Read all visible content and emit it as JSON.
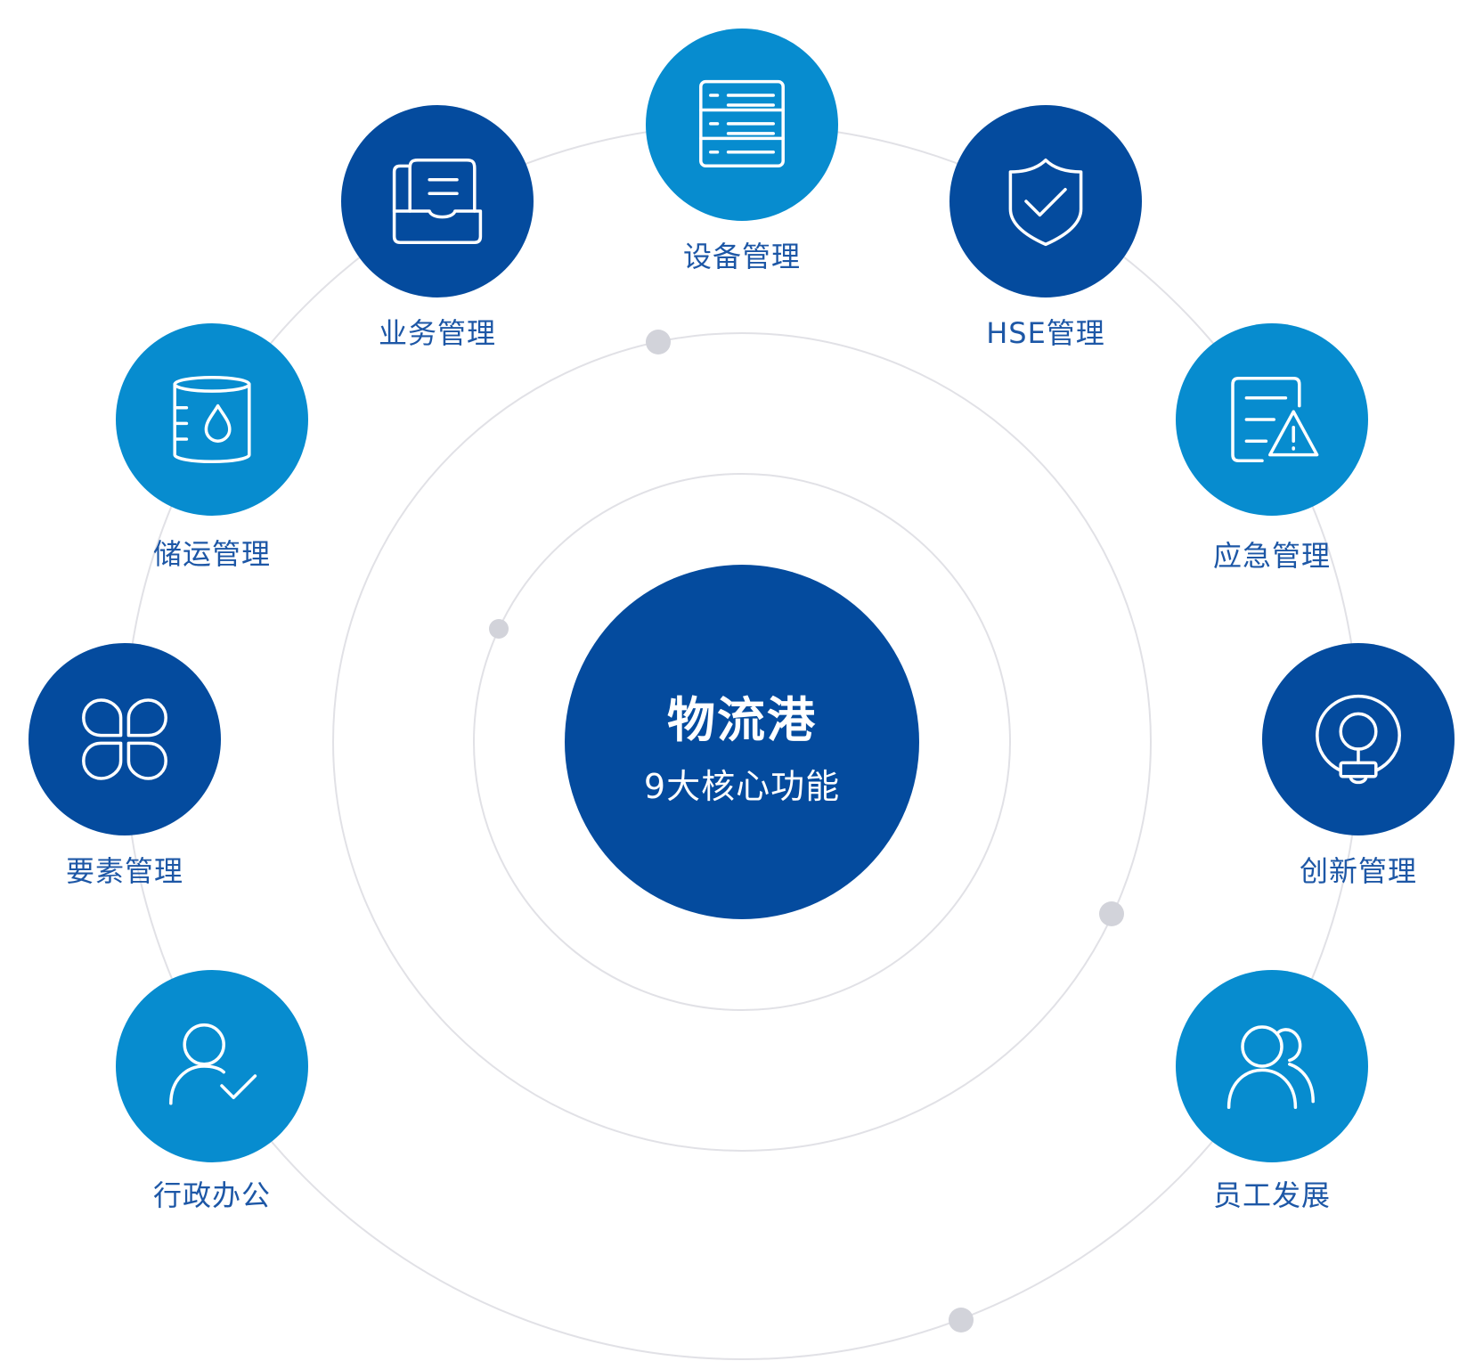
{
  "center": {
    "title": "物流港",
    "subtitle": "9大核心功能"
  },
  "colors": {
    "dark_blue": "#044b9e",
    "light_blue": "#078ccf",
    "label_text": "#1d57a6",
    "ring": "#e1e1e6",
    "dot": "#d2d3da"
  },
  "modules": [
    {
      "label": "设备管理",
      "icon": "server-list-icon",
      "tone": "light"
    },
    {
      "label": "HSE管理",
      "icon": "shield-check-icon",
      "tone": "dark"
    },
    {
      "label": "应急管理",
      "icon": "document-warning-icon",
      "tone": "light"
    },
    {
      "label": "创新管理",
      "icon": "lightbulb-icon",
      "tone": "dark"
    },
    {
      "label": "员工发展",
      "icon": "users-group-icon",
      "tone": "light"
    },
    {
      "label": "行政办公",
      "icon": "user-check-icon",
      "tone": "light"
    },
    {
      "label": "要素管理",
      "icon": "four-petal-icon",
      "tone": "dark"
    },
    {
      "label": "储运管理",
      "icon": "oil-tank-icon",
      "tone": "light"
    },
    {
      "label": "业务管理",
      "icon": "document-tray-icon",
      "tone": "dark"
    }
  ]
}
